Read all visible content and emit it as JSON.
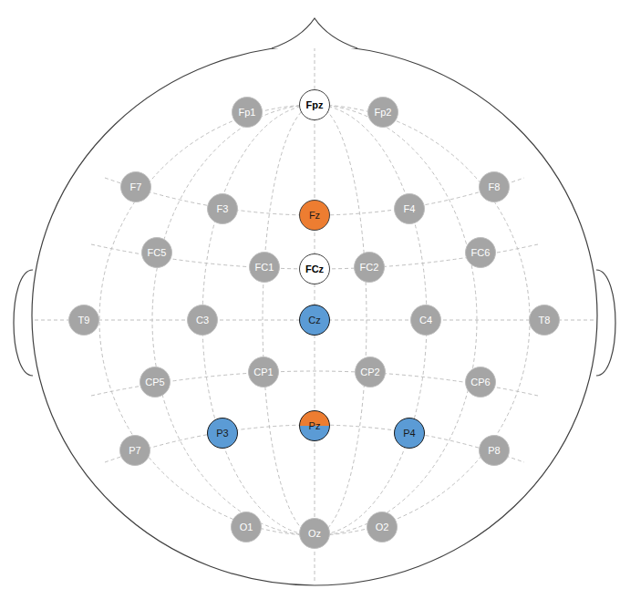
{
  "diagram": {
    "nodes": [
      {
        "text": [
          "Fp1"
        ]
      },
      {
        "text": [
          "Fpz"
        ]
      },
      {
        "text": [
          "Fp2"
        ]
      },
      {
        "text": [
          "F7"
        ]
      },
      {
        "text": [
          "F3"
        ]
      },
      {
        "text": [
          "Fz"
        ]
      },
      {
        "text": [
          "F4"
        ]
      },
      {
        "text": [
          "F8"
        ]
      },
      {
        "text": [
          "FC5"
        ]
      },
      {
        "text": [
          "FC1"
        ]
      },
      {
        "text": [
          "FCz"
        ]
      },
      {
        "text": [
          "FC2"
        ]
      },
      {
        "text": [
          "FC6"
        ]
      },
      {
        "text": [
          "T9"
        ]
      },
      {
        "text": [
          "C3"
        ]
      },
      {
        "text": [
          "Cz"
        ]
      },
      {
        "text": [
          "C4"
        ]
      },
      {
        "text": [
          "T8"
        ]
      },
      {
        "text": [
          "CP5"
        ]
      },
      {
        "text": [
          "CP1"
        ]
      },
      {
        "text": [
          "CP2"
        ]
      },
      {
        "text": [
          "CP6"
        ]
      },
      {
        "text": [
          "P7"
        ]
      },
      {
        "text": [
          "P3"
        ]
      },
      {
        "text": [
          "Pz"
        ]
      },
      {
        "text": [
          "P4"
        ]
      },
      {
        "text": [
          "P8"
        ]
      },
      {
        "text": [
          "O1"
        ]
      },
      {
        "text": [
          "Oz"
        ]
      },
      {
        "text": [
          "O2"
        ]
      }
    ]
  }
}
